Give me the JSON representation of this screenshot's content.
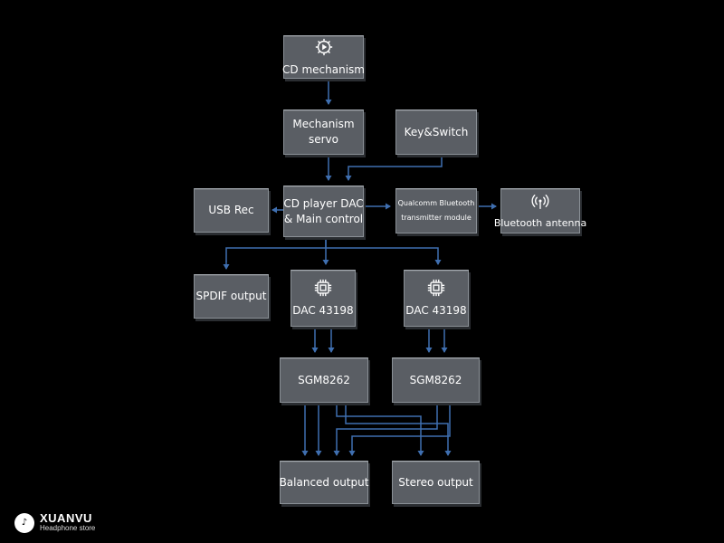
{
  "diagram": {
    "nodes": {
      "cd_mechanism": {
        "label": "CD mechanism",
        "icon": "gear-play-icon"
      },
      "mechanism_servo": {
        "label_line1": "Mechanism",
        "label_line2": "servo"
      },
      "key_switch": {
        "label": "Key&Switch"
      },
      "usb_rec": {
        "label": "USB Rec"
      },
      "main_control": {
        "label_line1": "CD player DAC",
        "label_line2": "& Main control"
      },
      "bluetooth_module": {
        "label_line1": "Qualcomm Bluetooth",
        "label_line2": "transmitter module"
      },
      "bluetooth_antenna": {
        "label": "Bluetooth antenna",
        "icon": "antenna-icon"
      },
      "spdif_output": {
        "label": "SPDIF output"
      },
      "dac_left": {
        "label": "DAC 43198",
        "icon": "chip-icon"
      },
      "dac_right": {
        "label": "DAC 43198",
        "icon": "chip-icon"
      },
      "sgm_left": {
        "label": "SGM8262"
      },
      "sgm_right": {
        "label": "SGM8262"
      },
      "balanced_output": {
        "label": "Balanced output"
      },
      "stereo_output": {
        "label": "Stereo output"
      }
    },
    "edges": [
      [
        "cd_mechanism",
        "mechanism_servo"
      ],
      [
        "mechanism_servo",
        "main_control"
      ],
      [
        "key_switch",
        "main_control"
      ],
      [
        "main_control",
        "usb_rec"
      ],
      [
        "main_control",
        "bluetooth_module"
      ],
      [
        "bluetooth_module",
        "bluetooth_antenna"
      ],
      [
        "main_control",
        "spdif_output"
      ],
      [
        "main_control",
        "dac_left"
      ],
      [
        "main_control",
        "dac_right"
      ],
      [
        "dac_left",
        "sgm_left"
      ],
      [
        "dac_right",
        "sgm_right"
      ],
      [
        "sgm_left",
        "balanced_output"
      ],
      [
        "sgm_right",
        "balanced_output"
      ],
      [
        "sgm_left",
        "stereo_output"
      ],
      [
        "sgm_right",
        "stereo_output"
      ]
    ],
    "colors": {
      "background": "#000000",
      "box": "#5a5e64",
      "connector": "#3f6fb0"
    }
  },
  "watermark": {
    "brand": "XUANVU",
    "tagline": "Headphone store"
  }
}
